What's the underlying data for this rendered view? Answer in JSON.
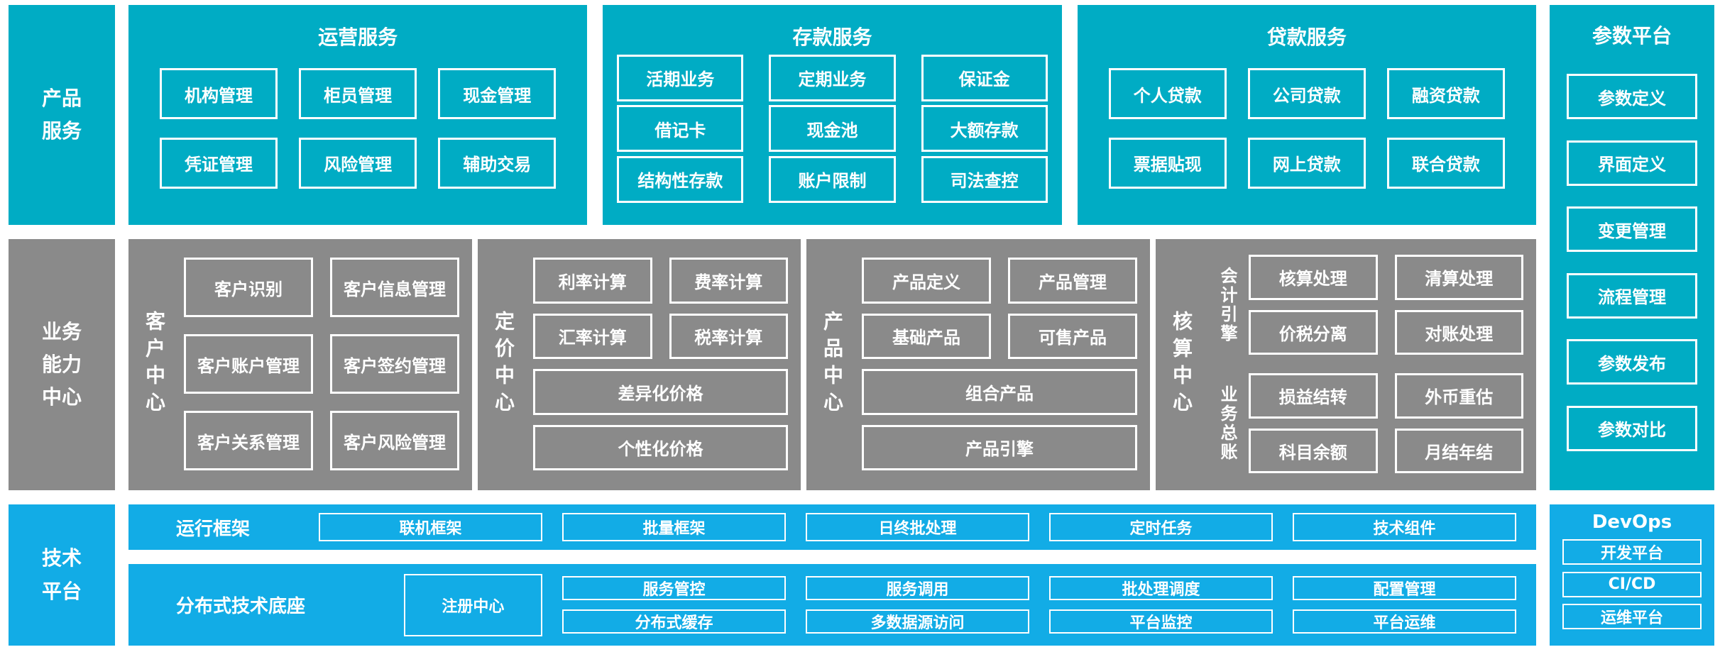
{
  "palette": {
    "teal": "#00ACC4",
    "gray": "#8A8A8A",
    "blue": "#12ACE6",
    "box_border": "#ffffff",
    "text": "#ffffff",
    "background": "#ffffff"
  },
  "left_labels": {
    "products": "产品\n服务",
    "business": "业务\n能力\n中心",
    "tech": "技术\n平台"
  },
  "operations": {
    "title": "运营服务",
    "items": [
      "机构管理",
      "柜员管理",
      "现金管理",
      "凭证管理",
      "风险管理",
      "辅助交易"
    ]
  },
  "deposit": {
    "title": "存款服务",
    "items": [
      "活期业务",
      "定期业务",
      "保证金",
      "借记卡",
      "现金池",
      "大额存款",
      "结构性存款",
      "账户限制",
      "司法查控"
    ]
  },
  "loan": {
    "title": "贷款服务",
    "items": [
      "个人贷款",
      "公司贷款",
      "融资贷款",
      "票据贴现",
      "网上贷款",
      "联合贷款"
    ]
  },
  "params": {
    "title": "参数平台",
    "items": [
      "参数定义",
      "界面定义",
      "变更管理",
      "流程管理",
      "参数发布",
      "参数对比"
    ]
  },
  "customer": {
    "title": "客户中心",
    "items": [
      "客户识别",
      "客户信息管理",
      "客户账户管理",
      "客户签约管理",
      "客户关系管理",
      "客户风险管理"
    ]
  },
  "pricing": {
    "title": "定价中心",
    "items": [
      "利率计算",
      "费率计算",
      "汇率计算",
      "税率计算"
    ],
    "wide": [
      "差异化价格",
      "个性化价格"
    ]
  },
  "product": {
    "title": "产品中心",
    "items": [
      "产品定义",
      "产品管理",
      "基础产品",
      "可售产品"
    ],
    "wide": [
      "组合产品",
      "产品引擎"
    ]
  },
  "accounting": {
    "title": "核算中心",
    "engine": {
      "label": "会计引擎",
      "items": [
        "核算处理",
        "清算处理",
        "价税分离",
        "对账处理"
      ]
    },
    "ledger": {
      "label": "业务总账",
      "items": [
        "损益结转",
        "外币重估",
        "科目余额",
        "月结年结"
      ]
    }
  },
  "runtime": {
    "title": "运行框架",
    "items": [
      "联机框架",
      "批量框架",
      "日终批处理",
      "定时任务",
      "技术组件"
    ]
  },
  "distributed": {
    "title": "分布式技术底座",
    "registry": "注册中心",
    "cols": [
      [
        "服务管控",
        "分布式缓存"
      ],
      [
        "服务调用",
        "多数据源访问"
      ],
      [
        "批处理调度",
        "平台监控"
      ],
      [
        "配置管理",
        "平台运维"
      ]
    ]
  },
  "devops": {
    "title": "DevOps",
    "items": [
      "开发平台",
      "CI/CD",
      "运维平台"
    ]
  }
}
